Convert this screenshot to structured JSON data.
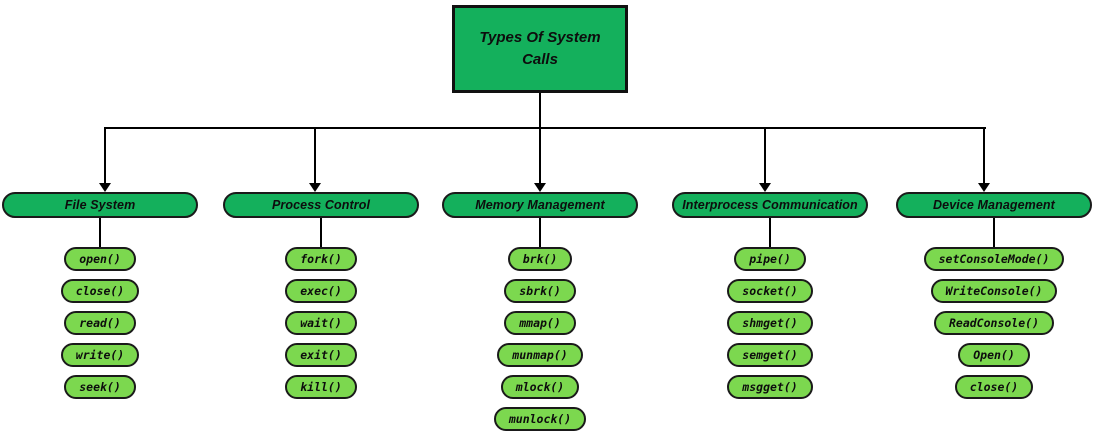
{
  "root": {
    "title": "Types Of System Calls"
  },
  "categories": [
    {
      "label": "File System",
      "items": [
        "open()",
        "close()",
        "read()",
        "write()",
        "seek()"
      ]
    },
    {
      "label": "Process Control",
      "items": [
        "fork()",
        "exec()",
        "wait()",
        "exit()",
        "kill()"
      ]
    },
    {
      "label": "Memory Management",
      "items": [
        "brk()",
        "sbrk()",
        "mmap()",
        "munmap()",
        "mlock()",
        "munlock()"
      ]
    },
    {
      "label": "Interprocess Communication",
      "items": [
        "pipe()",
        "socket()",
        "shmget()",
        "semget()",
        "msgget()"
      ]
    },
    {
      "label": "Device Management",
      "items": [
        "setConsoleMode()",
        "WriteConsole()",
        "ReadConsole()",
        "Open()",
        "close()"
      ]
    }
  ],
  "colors": {
    "category_green": "#14b05c",
    "syscall_green": "#7cd84f",
    "outline": "#1a1a1a",
    "connector": "#000000",
    "text": "#0d0d0d"
  }
}
